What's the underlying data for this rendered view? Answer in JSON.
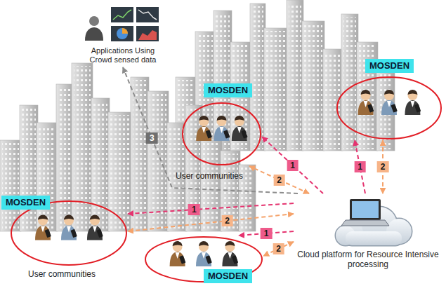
{
  "diagram": {
    "nodes": [
      {
        "text": [
          "Applications Using Crowd sensed data"
        ]
      },
      {
        "text": [
          "MOSDEN"
        ]
      },
      {
        "text": [
          "MOSDEN"
        ]
      },
      {
        "text": [
          "MOSDEN"
        ]
      },
      {
        "text": [
          "MOSDEN"
        ]
      },
      {
        "text": [
          "Cloud platform for Resource Intensive processing"
        ]
      }
    ],
    "edges": [
      {
        "from": 5,
        "to": 1,
        "label": "1",
        "arrow": "to"
      },
      {
        "from": 5,
        "to": 1,
        "label": "2",
        "arrow": "both"
      },
      {
        "from": 5,
        "to": 2,
        "label": "1",
        "arrow": "to"
      },
      {
        "from": 5,
        "to": 2,
        "label": "2",
        "arrow": "both"
      },
      {
        "from": 5,
        "to": 3,
        "label": "1",
        "arrow": "to"
      },
      {
        "from": 5,
        "to": 3,
        "label": "2",
        "arrow": "both"
      },
      {
        "from": 5,
        "to": 4,
        "label": "1",
        "arrow": "to"
      },
      {
        "from": 5,
        "to": 4,
        "label": "2",
        "arrow": "both"
      },
      {
        "from": 5,
        "to": 0,
        "label": "3",
        "arrow": "to"
      }
    ],
    "labels": [
      "User communities",
      "User communities"
    ]
  }
}
